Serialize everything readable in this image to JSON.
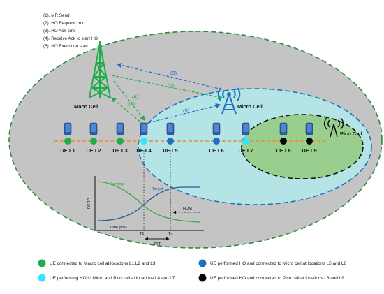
{
  "steps": [
    "(1). MR Send",
    "(2). HO Request cmd",
    "(3). HO Ack-cmd",
    "(4). Receive Ack to start HO",
    "(5). HO Execution start"
  ],
  "cells": {
    "macro_label": "Maco Cell",
    "micro_label": "Micro Cell",
    "pico_label": "Pico Cell"
  },
  "arrow_labels": [
    "(1)",
    "(2)",
    "(3)",
    "(4)",
    "(5)"
  ],
  "ues": [
    {
      "label": "UE L1",
      "state": "macro"
    },
    {
      "label": "UE L2",
      "state": "macro"
    },
    {
      "label": "UE L3",
      "state": "macro"
    },
    {
      "label": "UE L4",
      "state": "handover"
    },
    {
      "label": "UE L5",
      "state": "micro"
    },
    {
      "label": "UE L6",
      "state": "micro"
    },
    {
      "label": "UE L7",
      "state": "handover"
    },
    {
      "label": "UE L8",
      "state": "pico"
    },
    {
      "label": "UE L9",
      "state": "pico"
    }
  ],
  "plot": {
    "ylabel": "RSRP",
    "xlabel": "Time (ms)",
    "serving_label": "Serving",
    "target_label": "Target",
    "hom_label": "HOM",
    "t1_label": "T1",
    "tn_label": "Tn",
    "ttt_label": "TTT"
  },
  "legend": [
    {
      "color": "#1fad4a",
      "text": "UE connected to Macro cell at locations L1,L2 and L3"
    },
    {
      "color": "#1f6fbf",
      "text": "UE performed HO and connected to Micro cell at locations L5 and L6"
    },
    {
      "color": "#33e6ff",
      "text": "UE performing HO to Micro and Pico cell at locations L4 and L7"
    },
    {
      "color": "#050505",
      "text": "UE performed HO and connected to Pico cell at locations L8 and L9"
    }
  ],
  "colors": {
    "macro": "#1fad4a",
    "micro": "#1f6fbf",
    "handover": "#33e6ff",
    "pico": "#050505",
    "macro_area": "#c4c4c4",
    "micro_area": "#b4e4e6",
    "pico_area": "#98cf8e"
  }
}
